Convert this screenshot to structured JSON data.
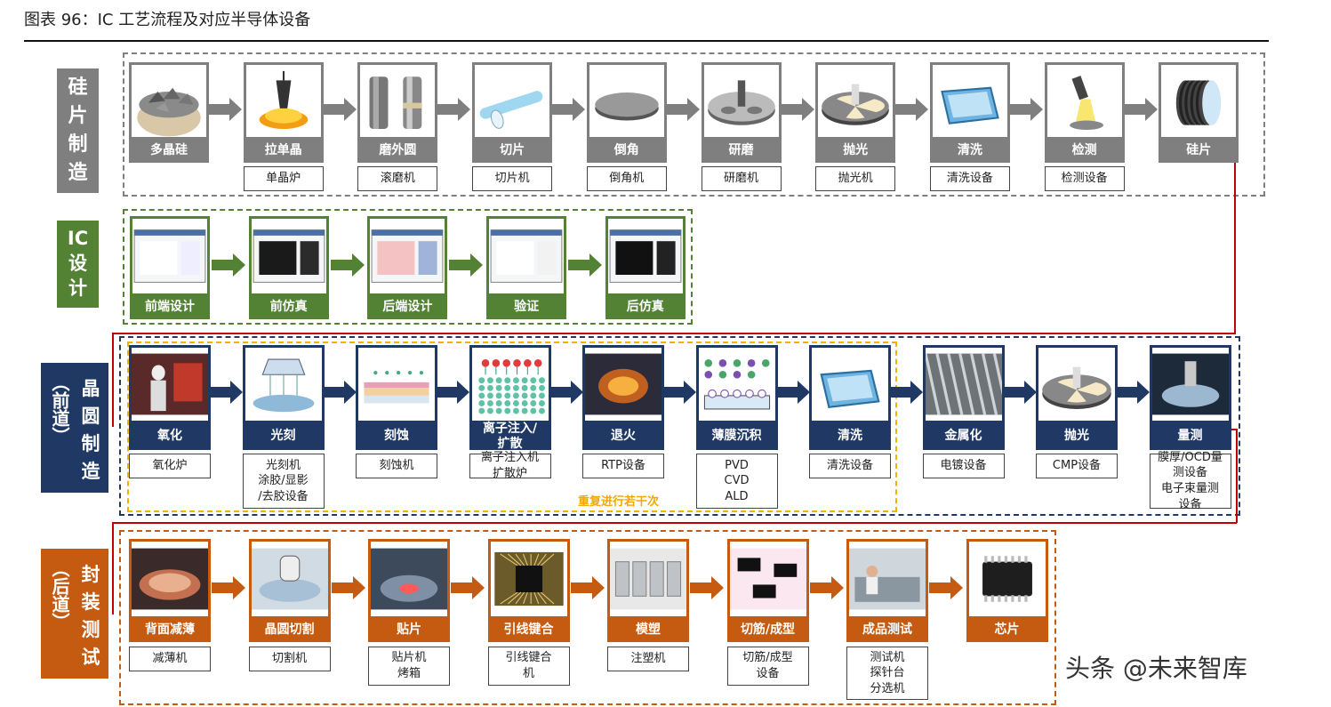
{
  "figure_title": "图表 96：IC 工艺流程及对应半导体设备",
  "watermark": "头条 @未来智库",
  "colors": {
    "wafer": "#7f7f7f",
    "design": "#548235",
    "frontend": "#1f3864",
    "backend": "#c55a11",
    "repeat": "#f2b200",
    "connector": "#c00000"
  },
  "sections": {
    "wafer": {
      "label": [
        "硅",
        "片",
        "制",
        "造"
      ],
      "steps": [
        {
          "name": "多晶硅",
          "equipment": "",
          "icon": "polysilicon-chunks"
        },
        {
          "name": "拉单晶",
          "equipment": "单晶炉",
          "icon": "crystal-furnace"
        },
        {
          "name": "磨外圆",
          "equipment": "滚磨机",
          "icon": "ingot-rods"
        },
        {
          "name": "切片",
          "equipment": "切片机",
          "icon": "wafer-slice"
        },
        {
          "name": "倒角",
          "equipment": "倒角机",
          "icon": "wafer-disc"
        },
        {
          "name": "研磨",
          "equipment": "研磨机",
          "icon": "lapping-plate"
        },
        {
          "name": "抛光",
          "equipment": "抛光机",
          "icon": "polishing-plate"
        },
        {
          "name": "清洗",
          "equipment": "清洗设备",
          "icon": "cleaning-tank"
        },
        {
          "name": "检测",
          "equipment": "检测设备",
          "icon": "inspection-beam"
        },
        {
          "name": "硅片",
          "equipment": "",
          "icon": "wafer-stack"
        }
      ]
    },
    "design": {
      "label": [
        "IC",
        "设",
        "计"
      ],
      "steps": [
        {
          "name": "前端设计",
          "icon": "schematic-screen"
        },
        {
          "name": "前仿真",
          "icon": "waveform-screen"
        },
        {
          "name": "后端设计",
          "icon": "layout-screen"
        },
        {
          "name": "验证",
          "icon": "verification-screen"
        },
        {
          "name": "后仿真",
          "icon": "simulation-screen"
        }
      ]
    },
    "frontend": {
      "label_main": [
        "晶",
        "圆",
        "制",
        "造"
      ],
      "label_side": "（前道）",
      "repeat_note": "重复进行若干次",
      "steps": [
        {
          "name": "氧化",
          "equipment": "氧化炉",
          "icon": "oxidation-operator"
        },
        {
          "name": "光刻",
          "equipment": "光刻机\n涂胶/显影\n/去胶设备",
          "icon": "lithography-diagram"
        },
        {
          "name": "刻蚀",
          "equipment": "刻蚀机",
          "icon": "etch-diagram"
        },
        {
          "name": "离子注入/\n扩散",
          "equipment": "离子注入机\n扩散炉",
          "icon": "ion-implant-diagram"
        },
        {
          "name": "退火",
          "equipment": "RTP设备",
          "icon": "anneal-chamber"
        },
        {
          "name": "薄膜沉积",
          "equipment": "PVD\nCVD\nALD",
          "icon": "deposition-diagram"
        },
        {
          "name": "清洗",
          "equipment": "清洗设备",
          "icon": "cleaning-tank"
        },
        {
          "name": "金属化",
          "equipment": "电镀设备",
          "icon": "metal-layer"
        },
        {
          "name": "抛光",
          "equipment": "CMP设备",
          "icon": "polishing-plate"
        },
        {
          "name": "量测",
          "equipment": "膜厚/OCD量\n测设备\n电子束量测\n设备",
          "icon": "metrology-tool"
        }
      ]
    },
    "backend": {
      "label_main": [
        "封",
        "装",
        "测",
        "试"
      ],
      "label_side": "（后道）",
      "steps": [
        {
          "name": "背面减薄",
          "equipment": "减薄机",
          "icon": "grinding-wafer"
        },
        {
          "name": "晶圆切割",
          "equipment": "切割机",
          "icon": "dicing-saw"
        },
        {
          "name": "贴片",
          "equipment": "贴片机\n烤箱",
          "icon": "die-attach"
        },
        {
          "name": "引线键合",
          "equipment": "引线键合\n机",
          "icon": "wire-bond-chip"
        },
        {
          "name": "模塑",
          "equipment": "注塑机",
          "icon": "mold-strip"
        },
        {
          "name": "切筋/成型",
          "equipment": "切筋/成型\n设备",
          "icon": "trim-form"
        },
        {
          "name": "成品测试",
          "equipment": "测试机\n探针台\n分选机",
          "icon": "test-lab"
        },
        {
          "name": "芯片",
          "equipment": "",
          "icon": "ic-chip"
        }
      ]
    }
  }
}
